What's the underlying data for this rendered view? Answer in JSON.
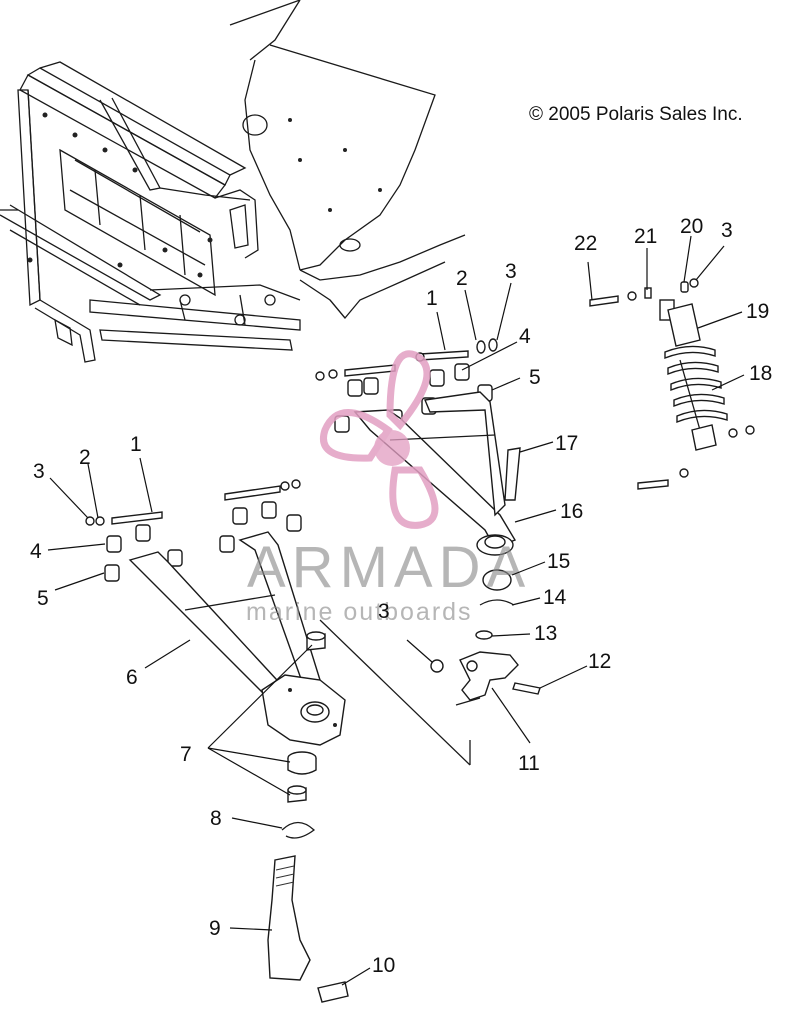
{
  "copyright": "© 2005 Polaris Sales Inc.",
  "watermark": {
    "name": "ARMADA",
    "tagline": "marine outboards"
  },
  "callouts": {
    "c1_right": "1",
    "c2_right": "2",
    "c3_right": "3",
    "c4_right": "4",
    "c5_right": "5",
    "c1_left": "1",
    "c2_left": "2",
    "c3_left": "3",
    "c4_left": "4",
    "c5_left": "5",
    "c6": "6",
    "c7": "7",
    "c8": "8",
    "c9": "9",
    "c10": "10",
    "c11": "11",
    "c12": "12",
    "c13": "13",
    "c14": "14",
    "c15": "15",
    "c16": "16",
    "c17": "17",
    "c18": "18",
    "c19": "19",
    "c20": "20",
    "c21": "21",
    "c22": "22",
    "c3_shock": "3",
    "c3_mid": "3"
  }
}
